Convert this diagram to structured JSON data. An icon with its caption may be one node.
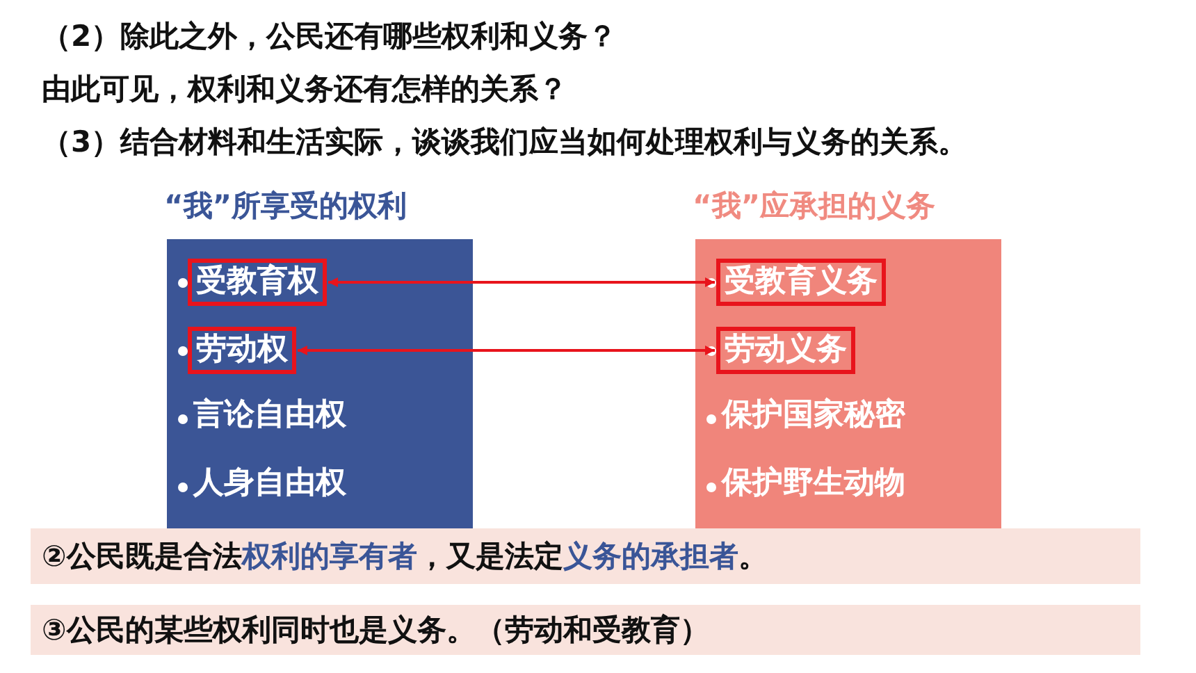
{
  "diagram": {
    "nodes": [
      {
        "text": [
          "“我”所享受的权利"
        ]
      },
      {
        "text": [
          "受教育权"
        ],
        "in": 0
      },
      {
        "text": [
          "劳动权"
        ],
        "in": 0
      },
      {
        "text": [
          "言论自由权"
        ],
        "in": 0
      },
      {
        "text": [
          "人身自由权"
        ],
        "in": 0
      },
      {
        "text": [
          "“我”应承担的义务"
        ]
      },
      {
        "text": [
          "受教育义务"
        ],
        "in": 5
      },
      {
        "text": [
          "劳动义务"
        ],
        "in": 5
      },
      {
        "text": [
          "保护国家秘密"
        ],
        "in": 5
      },
      {
        "text": [
          "保护野生动物"
        ],
        "in": 5
      }
    ],
    "edges": [
      {
        "from": 1,
        "to": 6,
        "arrow": "both"
      },
      {
        "from": 2,
        "to": 7,
        "arrow": "both"
      }
    ],
    "labels": [
      "（2）除此之外，公民还有哪些权利和义务？",
      "由此可见，权利和义务还有怎样的关系？",
      "（3）结合材料和生活实际，谈谈我们应当如何处理权利与义务的关系。",
      "②公民既是合法**权利的享有者**，又是法定**义务的承担者**。",
      "③公民的某些权利同时也是义务。（劳动和受教育）"
    ]
  }
}
